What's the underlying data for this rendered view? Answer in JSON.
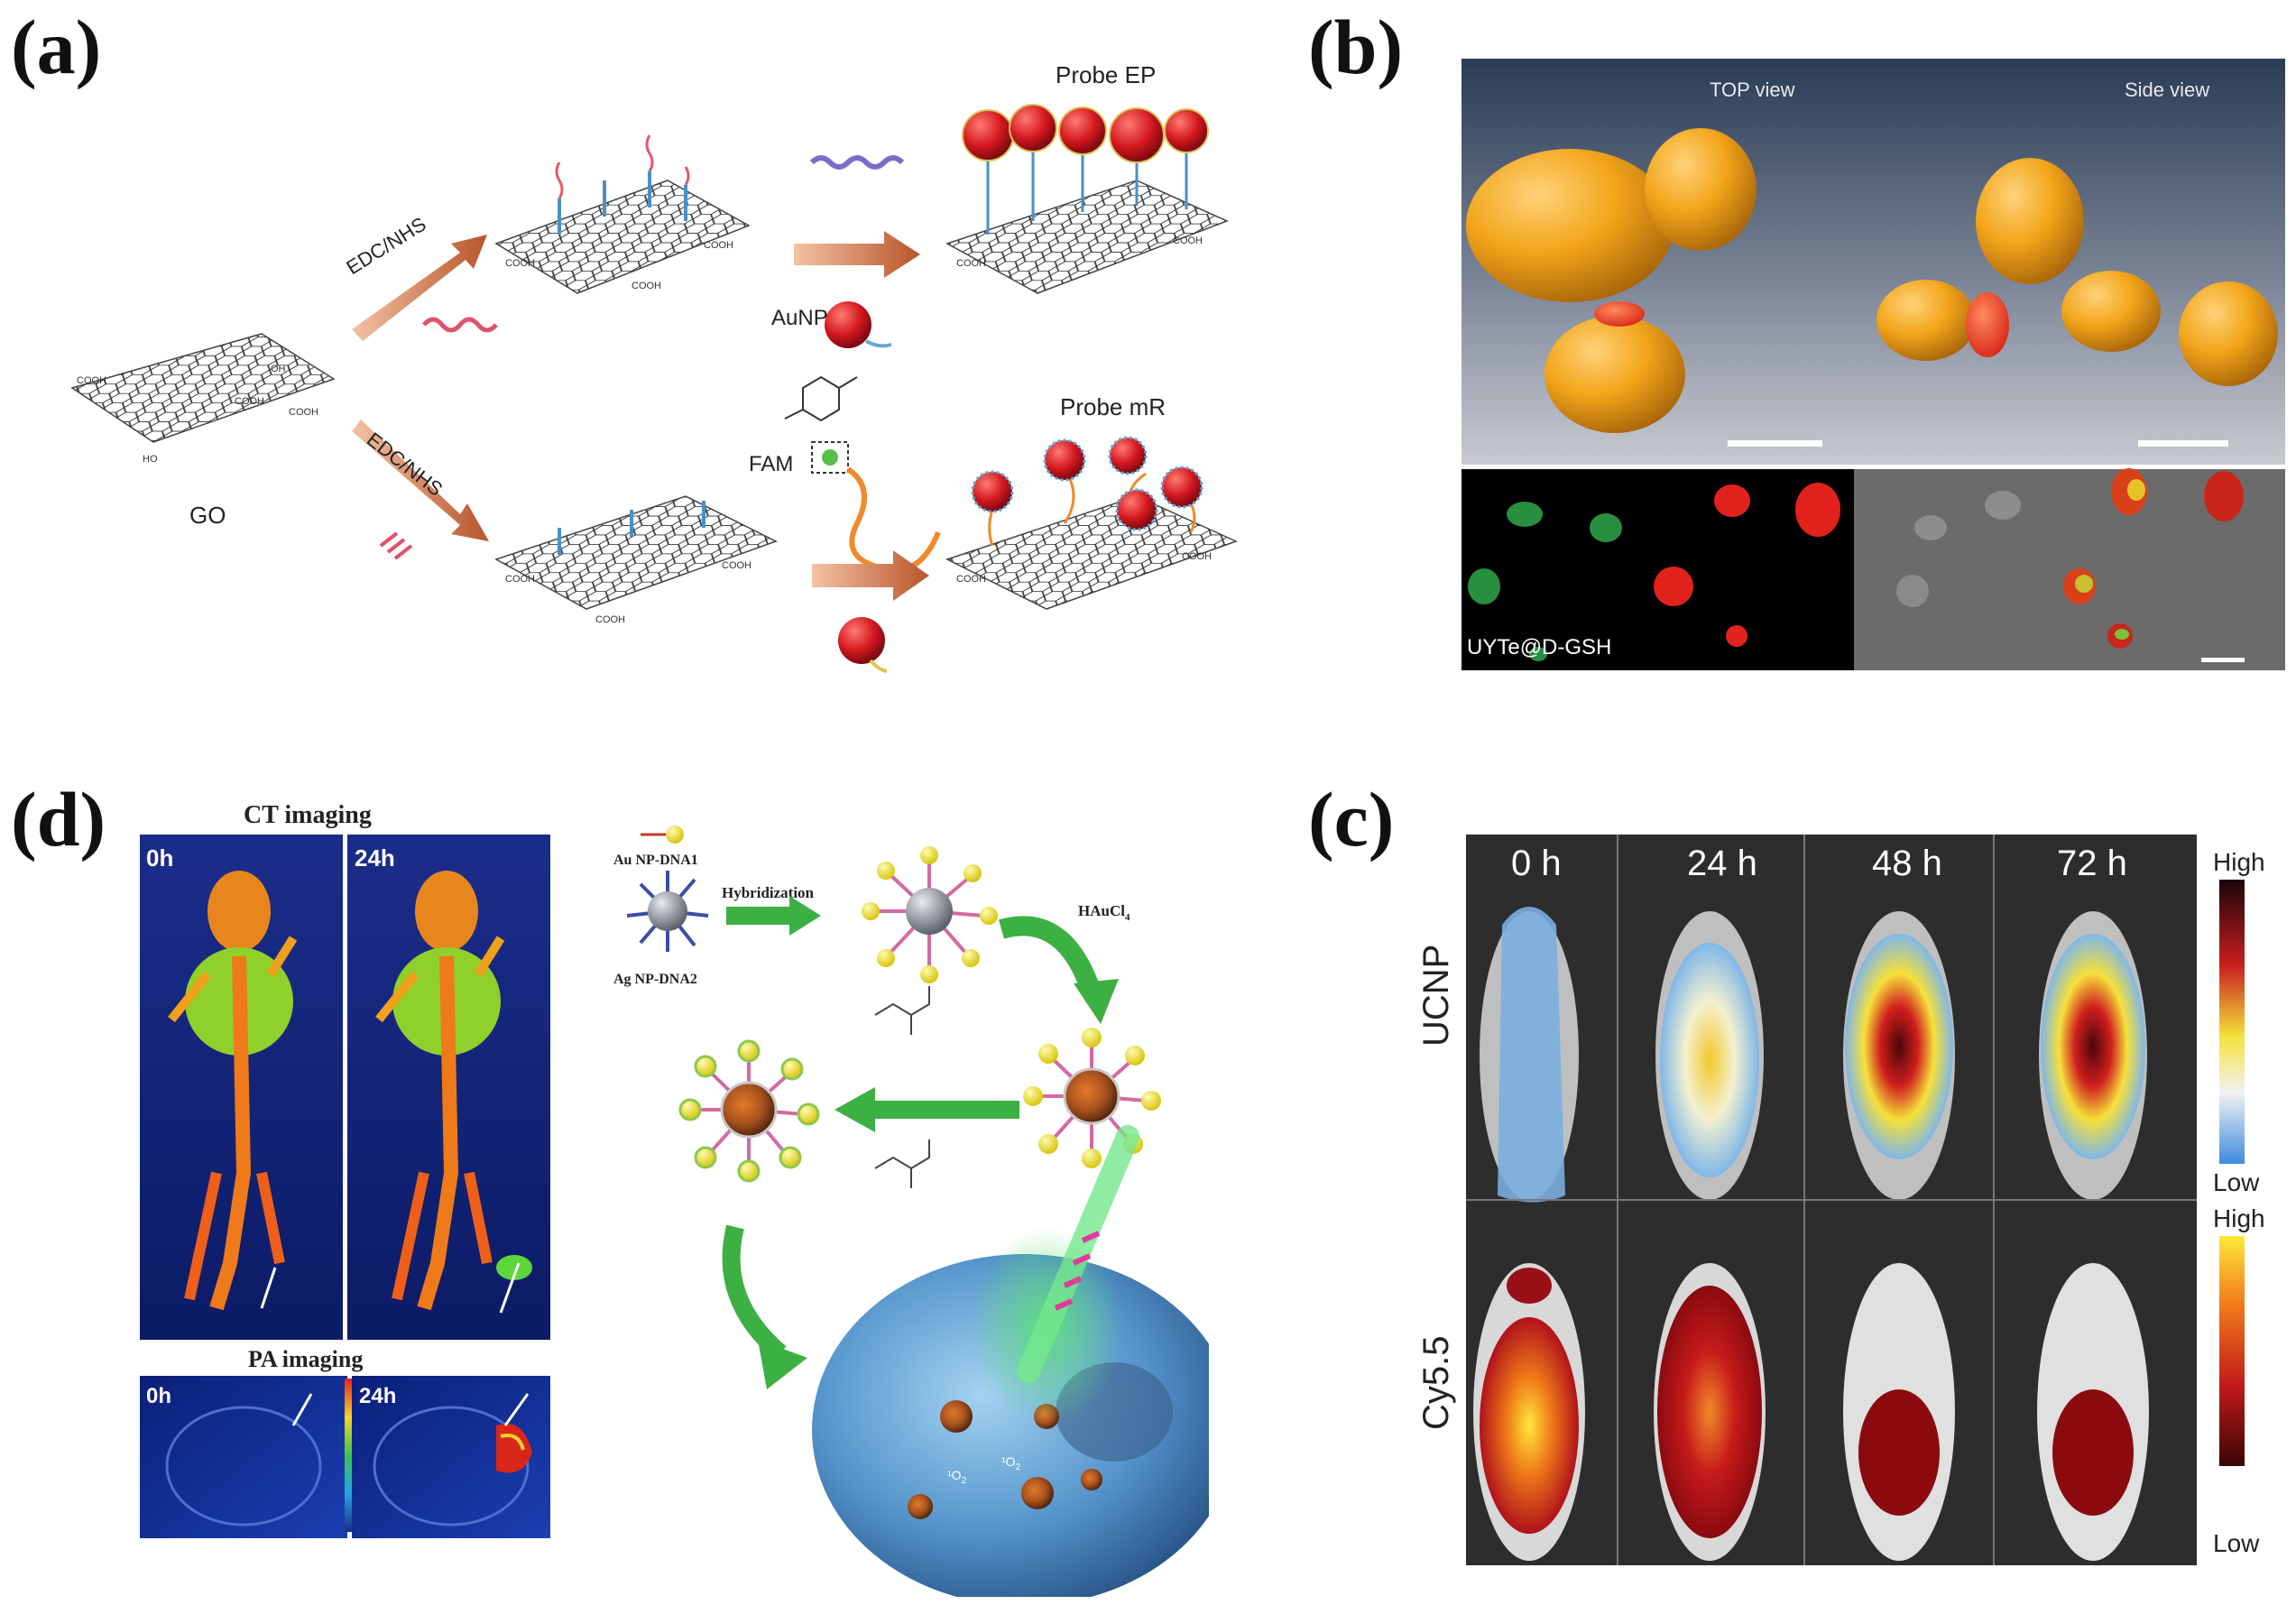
{
  "panels": {
    "a": {
      "letter": "(a)",
      "reagent_top": "EDC/NHS",
      "reagent_bottom": "EDC/NHS",
      "go_label": "GO",
      "probe_top": "Probe EP",
      "probe_bottom": "Probe mR",
      "aunp_label": "AuNP",
      "fam_label": "FAM",
      "cooh": "COOH",
      "oh": "OH",
      "ho": "HO"
    },
    "b": {
      "letter": "(b)",
      "top_view": "TOP view",
      "side_view": "Side view",
      "sample_label": "UYTe@D-GSH"
    },
    "c": {
      "letter": "(c)",
      "times": [
        "0 h",
        "24 h",
        "48 h",
        "72 h"
      ],
      "row1": "UCNP",
      "row2": "Cy5.5",
      "scale1_high": "High",
      "scale1_low": "Low",
      "scale2_high": "High",
      "scale2_low": "Low"
    },
    "d": {
      "letter": "(d)",
      "ct_title": "CT imaging",
      "pa_title": "PA imaging",
      "t0": "0h",
      "t24": "24h",
      "pa_t0": "0h",
      "pa_t24": "24h",
      "au_label": "Au NP-DNA1",
      "ag_label": "Ag NP-DNA2",
      "hybridization": "Hybridization",
      "haucl": "HAuCl",
      "haucl_sub": "4",
      "o2_label_1": "¹O",
      "o2_label_2": "¹O",
      "o2_sub": "2"
    }
  },
  "colors": {
    "arrow_orange": "#c7663a",
    "arrow_green": "#3cb043",
    "gold_np": "#f2a51a",
    "red_np": "#d9262a",
    "scheme_blue": "#7fb3d9"
  }
}
